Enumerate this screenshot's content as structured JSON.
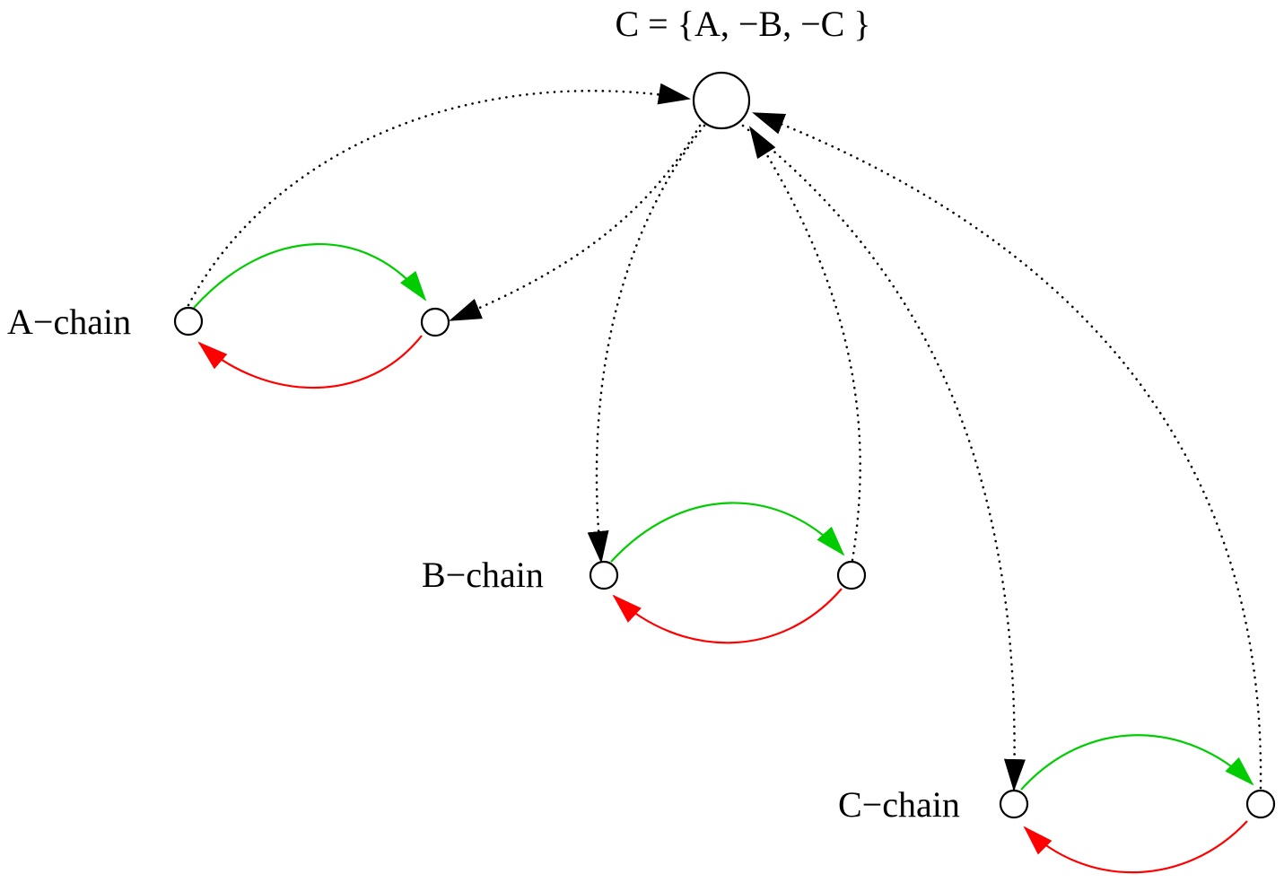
{
  "clause_label": "C = {A, −B, −C }",
  "chains": [
    {
      "label": "A−chain"
    },
    {
      "label": "B−chain"
    },
    {
      "label": "C−chain"
    }
  ],
  "colors": {
    "forward_edge": "#00cc00",
    "backward_edge": "#ff0000",
    "clause_edge": "#000000"
  }
}
